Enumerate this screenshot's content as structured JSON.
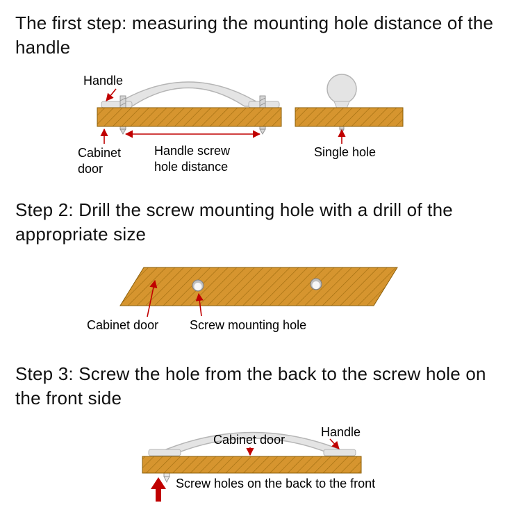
{
  "colors": {
    "background": "#ffffff",
    "wood": "#D6952F",
    "wood_hatch": "#A06E10",
    "wood_outline": "#8A5E0A",
    "metal": "#E4E4E4",
    "metal_outline": "#B5B5B5",
    "screw": "#D6D6D6",
    "arrow_red": "#C00000",
    "text": "#000000"
  },
  "steps": [
    {
      "heading": "The first step: measuring the mounting hole distance of the handle",
      "labels": {
        "handle": "Handle",
        "cabinet_door": "Cabinet door",
        "screw_distance": "Handle screw hole distance",
        "single_hole": "Single hole"
      }
    },
    {
      "heading": "Step 2: Drill the screw mounting hole with a drill of the appropriate size",
      "labels": {
        "cabinet_door": "Cabinet door",
        "screw_hole": "Screw mounting hole"
      }
    },
    {
      "heading": "Step 3: Screw the hole from the back to the screw hole on the front side",
      "labels": {
        "cabinet_door": "Cabinet door",
        "handle": "Handle",
        "screw_back": "Screw holes on the back to the front"
      }
    }
  ]
}
